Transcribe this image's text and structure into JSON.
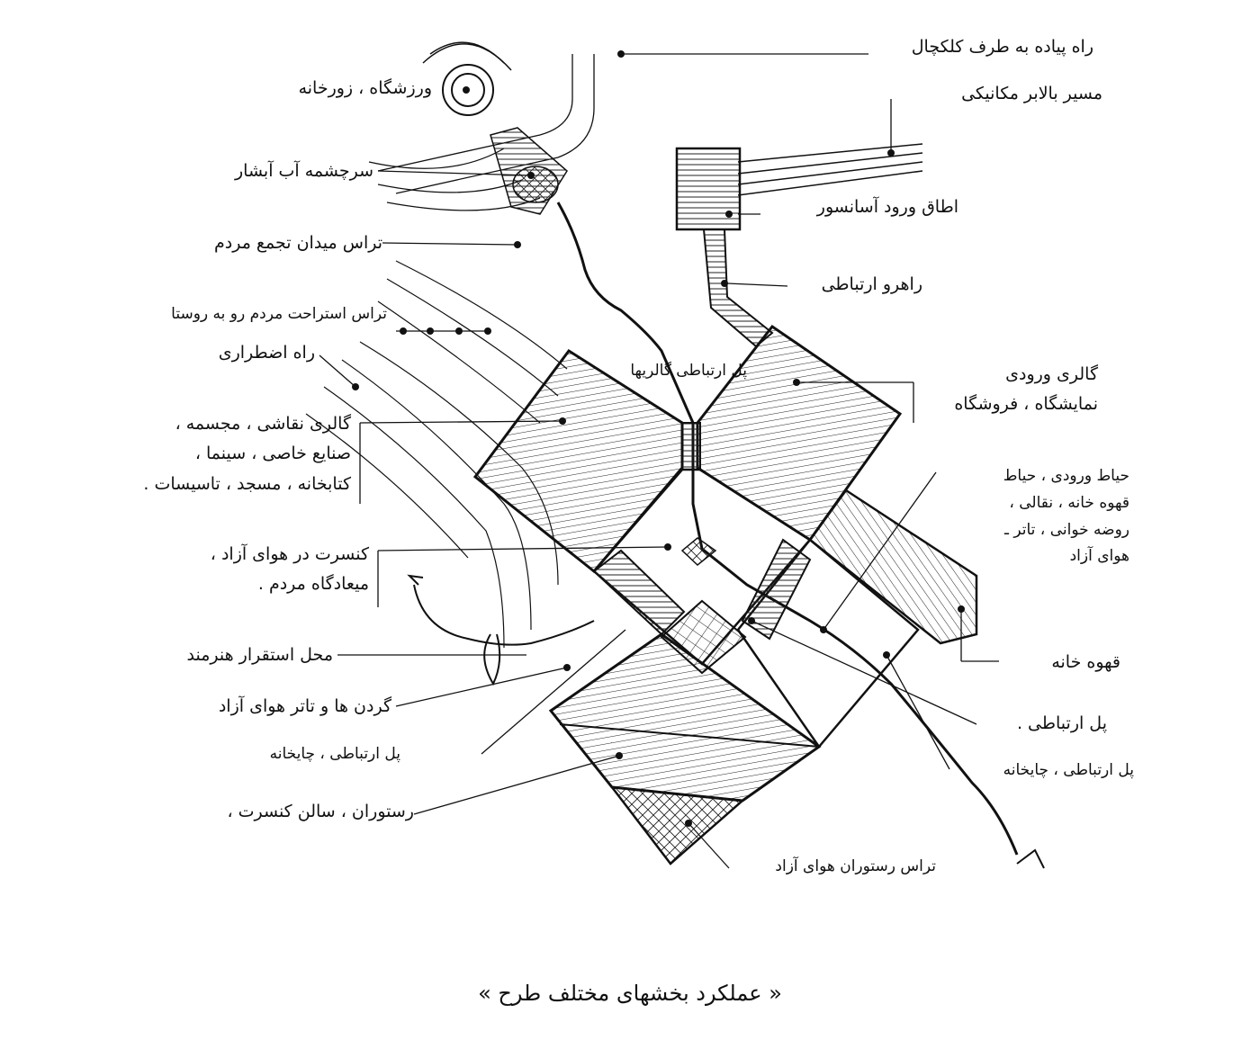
{
  "caption": "« عملکرد بخشهای مختلف طرح »",
  "labels": {
    "footpath": "راه پیاده به طرف کلکچال",
    "ski_lift_route": "مسیر بالابر مکانیکی",
    "sport_zurkhane": "ورزشگاه ، زورخانه",
    "waterfall_spring": "سرچشمه آب آبشار",
    "lift_entrance_room": "اطاق ورود آسانسور",
    "gathering_terrace": "تراس میدان تجمع مردم",
    "connecting_corridor": "راهرو ارتباطی",
    "rest_terrace": "تراس استراحت مردم رو به روستا",
    "emergency_road": "راه اضطراری",
    "galleries_bridge": "پل ارتباطی گالریها",
    "entrance_gallery": "گالری ورودی\nنمایشگاه ، فروشگاه",
    "art_gallery": "گالری نقاشی ، مجسمه ،\nصنایع خاصی ، سینما ،\nکتابخانه ، مسجد ، تاسیسات .",
    "cafe_yard": "حیاط ورودی ، حیاط\nقهوه خانه ، نقالی ،\nروضه خوانی ، تاتر ـ\nهوای آزاد",
    "open_air_concert": "کنسرت در هوای آزاد ،\nمیعادگاه مردم .",
    "cafe": "قهوه خانه",
    "artist_place": "محل استقرار هنرمند",
    "open_air_theater": "گردن ها و تاتر هوای آزاد",
    "bridge_right": "پل ارتباطی .",
    "bridge_teahouse_left": "پل ارتباطی ، چایخانه",
    "bridge_teahouse_right": "پل ارتباطی ، چایخانه",
    "restaurant_concert_hall": "رستوران ، سالن کنسرت ،",
    "restaurant_terrace": "تراس رستوران هوای آزاد"
  }
}
